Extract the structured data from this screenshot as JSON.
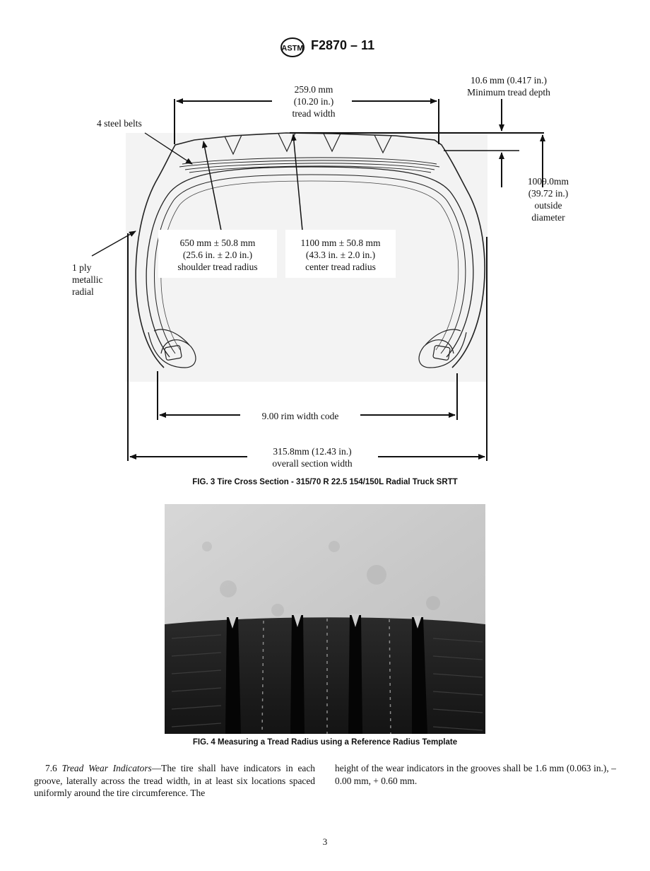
{
  "header": {
    "logo_text": "ASTM",
    "title": "F2870 – 11"
  },
  "figure3": {
    "tread_width": [
      "259.0 mm",
      "(10.20 in.)",
      "tread width"
    ],
    "min_depth": [
      "10.6 mm (0.417 in.)",
      "Minimum tread depth"
    ],
    "steel_belts": "4 steel belts",
    "outside_diameter": [
      "1009.0mm",
      "(39.72 in.)",
      "outside",
      "diameter"
    ],
    "ply": [
      "1 ply",
      "metallic",
      "radial"
    ],
    "shoulder_radius": [
      "650 mm ± 50.8 mm",
      "(25.6 in. ± 2.0 in.)",
      "shoulder tread radius"
    ],
    "center_radius": [
      "1100 mm ± 50.8 mm",
      "(43.3 in. ± 2.0 in.)",
      "center tread radius"
    ],
    "rim_width": "9.00 rim width code",
    "section_width": [
      "315.8mm (12.43 in.)",
      "overall section width"
    ],
    "caption": "FIG. 3 Tire Cross Section - 315/70 R 22.5 154/150L Radial Truck SRTT"
  },
  "figure4": {
    "caption": "FIG. 4 Measuring a Tread Radius using a Reference Radius Template"
  },
  "body": {
    "section_number": "7.6",
    "section_title": "Tread Wear Indicators",
    "left_text": "—The tire shall have indicators in each groove, laterally across the tread width, in at least six locations spaced uniformly around the tire circumference. The",
    "right_text": "height of the wear indicators in the grooves shall be 1.6 mm (0.063 in.), – 0.00 mm, + 0.60 mm."
  },
  "page_number": "3"
}
